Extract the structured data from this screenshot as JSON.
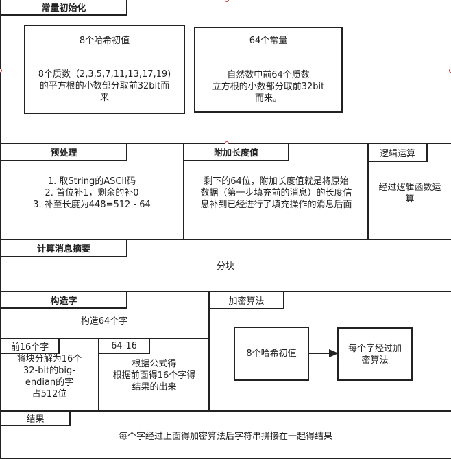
{
  "sections": {
    "constants": {
      "tab": "常量初始化",
      "hash_box": {
        "title": "8个哈希初值",
        "body": "8个质数（2,3,5,7,11,13,17,19)\n的平方根的小数部分取前32bit而\n来"
      },
      "const_box": {
        "title": "64个常量",
        "body": "自然数中前64个质数\n立方根的小数部分取前32bit\n而来。"
      }
    },
    "preprocess": {
      "tab": "预处理",
      "body": "1. 取String的ASCII码\n2. 首位补1，剩余的补0\n3. 补至长度为448=512 - 64"
    },
    "append_length": {
      "tab": "附加长度值",
      "body": "剩下的64位，附加长度值就是将原始\n数据（第一步填充前的消息）的长度信\n息补到已经进行了填充操作的消息后面"
    },
    "logic": {
      "tab": "逻辑运算",
      "body": "经过逻辑函数运\n算"
    },
    "digest": {
      "tab": "计算消息摘要",
      "body": "分块"
    },
    "construct_words": {
      "tab": "构造字",
      "body": "构造64个字",
      "first16": {
        "tab": "前16个字",
        "body": "将块分解为16个\n32-bit的big-\nendian的字\n占512位"
      },
      "rest": {
        "tab": "64-16",
        "body": "根据公式得\n根据前面得16个字得\n结果的出来"
      }
    },
    "encrypt": {
      "tab": "加密算法",
      "left_box": "8个哈希初值",
      "right_box": "每个字经过加\n密算法"
    },
    "result": {
      "tab": "结果",
      "body": "每个字经过上面得加密算法后字符串拼接在一起得结果"
    }
  }
}
